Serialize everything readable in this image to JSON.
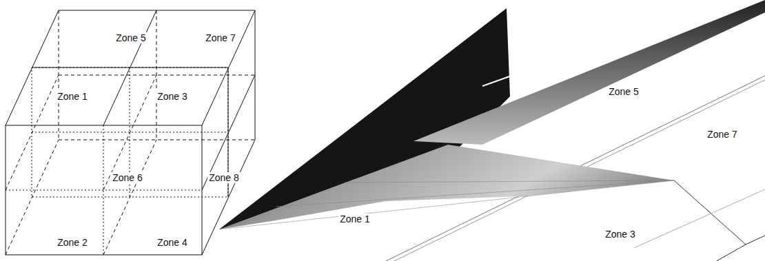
{
  "diagram": {
    "labels": [
      "Zone 5",
      "Zone 7",
      "Zone 1",
      "Zone 3",
      "Zone 6",
      "Zone 8",
      "Zone 2",
      "Zone 4",
      "Zone 5",
      "Zone 7",
      "Zone 1",
      "Zone 3"
    ]
  }
}
